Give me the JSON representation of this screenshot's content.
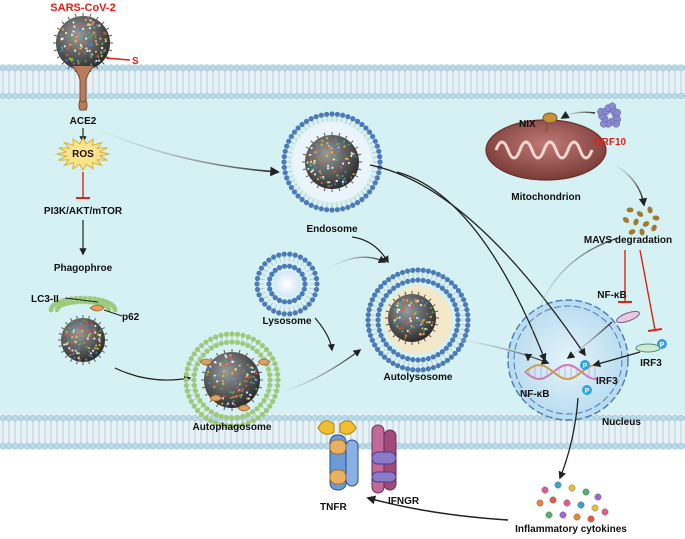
{
  "labels": {
    "virus": "SARS-CoV-2",
    "spike": "S",
    "receptor": "ACE2",
    "ros": "ROS",
    "pathway": "PI3K/AKT/mTOR",
    "phagophore": "Phagophroe",
    "lc3": "LC3-II",
    "p62": "p62",
    "endosome": "Endosome",
    "lysosome": "Lysosome",
    "autolysosome": "Autolysosome",
    "autophagosome": "Autophagosome",
    "nix": "NIX",
    "orf10": "ORF10",
    "mitochondrion": "Mitochondrion",
    "mavs": "MAVS degradation",
    "nfkb_outer": "NF-κB",
    "irf3_outer": "IRF3",
    "nfkb_inner": "NF-κB",
    "irf3_inner": "IRF3",
    "phospho": "P",
    "nucleus": "Nucleus",
    "tnfr": "TNFR",
    "ifngr": "IFNGR",
    "cytokines": "Inflammatory cytokines"
  },
  "colors": {
    "membrane_head": "#b9dbe9",
    "membrane_tail": "#e8f2f6",
    "cytoplasm": "#d6f1f3",
    "nucleus_fill": "#c9e6f5",
    "virus_core": "#6b6b6b",
    "highlight_red": "#e0201b",
    "ros_fill": "#fbe38a"
  }
}
